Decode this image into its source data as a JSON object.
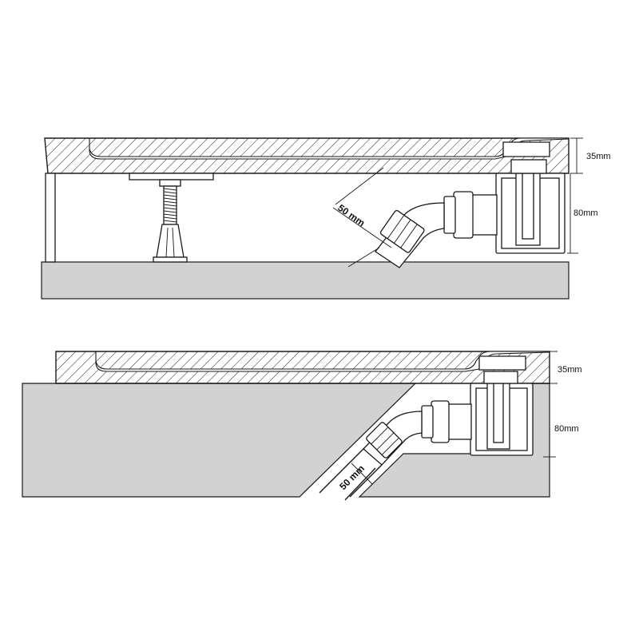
{
  "diagram": {
    "top_view": {
      "tray_height_label": "35mm",
      "trap_height_label": "80mm",
      "pipe_label": "50 mm"
    },
    "bottom_view": {
      "tray_height_label": "35mm",
      "trap_height_label": "80mm",
      "pipe_label": "50 mm"
    }
  }
}
